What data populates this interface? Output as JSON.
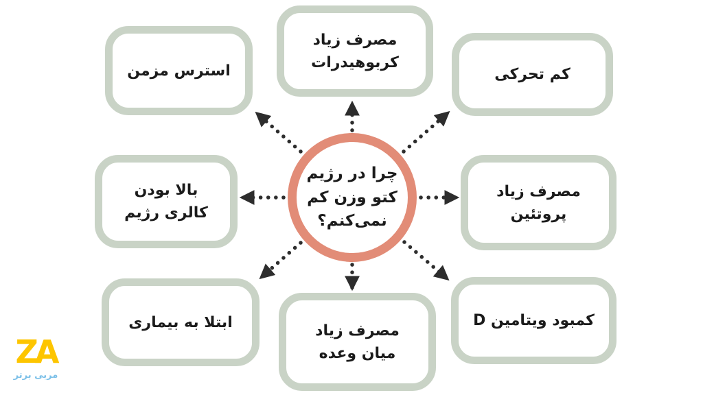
{
  "diagram": {
    "center": {
      "id": "keto-question",
      "label": "چرا در رژیم\nکتو وزن کم\nنمی‌کنم؟"
    },
    "nodes": [
      {
        "id": "high-carb-intake",
        "label": "مصرف زیاد\nکربوهیدرات",
        "position": "top"
      },
      {
        "id": "low-activity",
        "label": "کم تحرکی",
        "position": "top-right"
      },
      {
        "id": "high-protein-intake",
        "label": "مصرف زیاد\nپروتئین",
        "position": "right"
      },
      {
        "id": "vitamin-d-deficiency",
        "label": "کمبود ویتامین D",
        "position": "bottom-right"
      },
      {
        "id": "high-snack-intake",
        "label": "مصرف زیاد\nمیان وعده",
        "position": "bottom"
      },
      {
        "id": "illness",
        "label": "ابتلا به بیماری",
        "position": "bottom-left"
      },
      {
        "id": "high-diet-calories",
        "label": "بالا بودن\nکالری رژیم",
        "position": "left"
      },
      {
        "id": "chronic-stress",
        "label": "استرس مزمن",
        "position": "top-left"
      }
    ]
  },
  "colors": {
    "box_border": "#c9d3c6",
    "circle_ring": "#e28c77",
    "arrow": "#2d2d2d",
    "text": "#1b1b1b",
    "logo_yellow": "#fdc500",
    "logo_blue": "#7cc0e8",
    "background": "#ffffff"
  },
  "logo": {
    "mark": "ZA",
    "subtitle": "مربی برتر"
  }
}
